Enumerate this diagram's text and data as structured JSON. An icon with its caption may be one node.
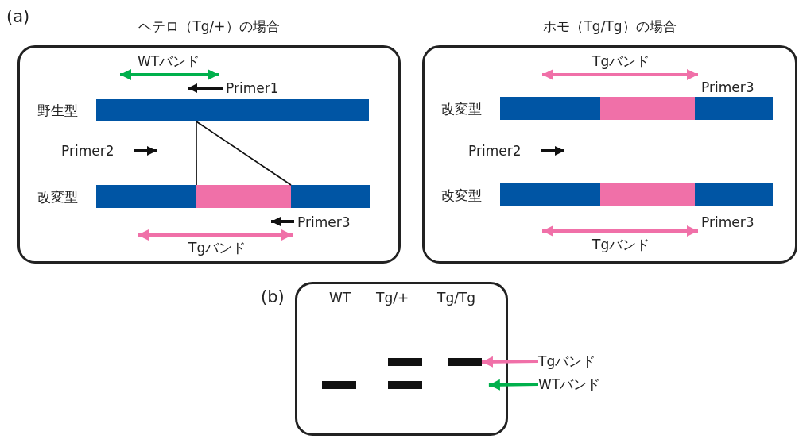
{
  "diagram": {
    "nodes": [
      {
        "text": [
          "ヘテロ（Tg/+）の場合"
        ]
      },
      {
        "text": [],
        "shape": "bar",
        "beside": [
          "野生型"
        ],
        "in": 0
      },
      {
        "text": [],
        "shape": "bar",
        "beside": [
          "改変型"
        ],
        "in": 0
      },
      {
        "text": [],
        "shape": "bar",
        "in": 2
      },
      {
        "text": [
          "ホモ（Tg/Tg）の場合"
        ]
      },
      {
        "text": [],
        "shape": "bar",
        "beside": [
          "改変型"
        ],
        "in": 4
      },
      {
        "text": [],
        "shape": "bar",
        "in": 5
      },
      {
        "text": [],
        "shape": "bar",
        "beside": [
          "改変型"
        ],
        "in": 4
      },
      {
        "text": [],
        "shape": "bar",
        "in": 7
      },
      {
        "text": [],
        "shape": "box"
      },
      {
        "text": [],
        "shape": "bar",
        "in": 9
      },
      {
        "text": [],
        "shape": "bar",
        "in": 9
      },
      {
        "text": [],
        "shape": "bar",
        "in": 9
      },
      {
        "text": [],
        "shape": "bar",
        "in": 9
      },
      {
        "text": [
          "Tgバンド"
        ]
      },
      {
        "text": [
          "WTバンド"
        ]
      }
    ],
    "edges": [
      {
        "from": 1,
        "to": 3,
        "arrow": "none"
      },
      {
        "from": 1,
        "to": 3,
        "arrow": "none"
      },
      {
        "from": 14,
        "to": 13,
        "arrow": "to",
        "style": "thick",
        "color": "#f070a8"
      },
      {
        "from": 15,
        "to": 9,
        "arrow": "to",
        "style": "thick",
        "color": "#00b04c"
      }
    ],
    "labels": [
      "(a)",
      "WTバンド",
      "Primer1",
      "Primer2",
      "Primer3",
      "Tgバンド",
      "Tgバンド",
      "Primer3",
      "Primer2",
      "Primer3",
      "Tgバンド",
      "(b)",
      "WT",
      "Tg/+",
      "Tg/Tg"
    ]
  }
}
